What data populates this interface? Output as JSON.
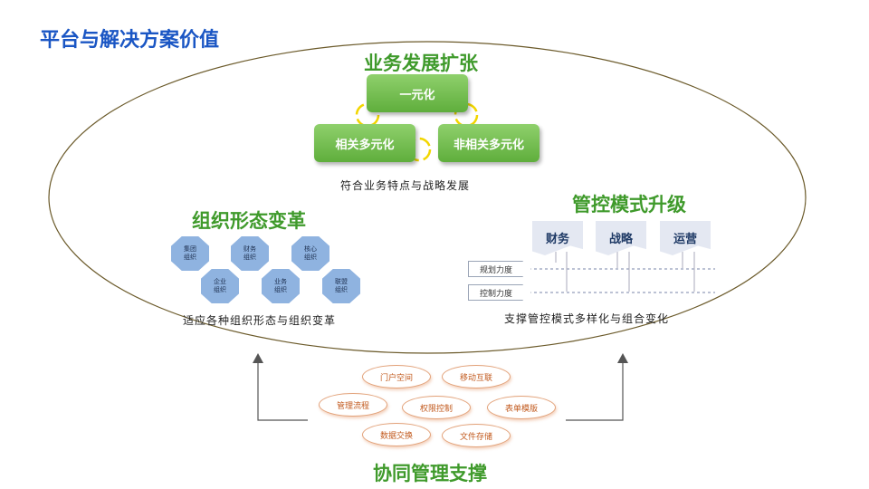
{
  "page_title": "平台与解决方案价值",
  "business": {
    "title": "业务发展扩张",
    "boxes": [
      "一元化",
      "相关多元化",
      "非相关多元化"
    ],
    "caption": "符合业务特点与战略发展"
  },
  "org": {
    "title": "组织形态变革",
    "nodes": [
      "集团\n组织",
      "财务\n组织",
      "核心\n组织",
      "企业\n组织",
      "业务\n组织",
      "联盟\n组织"
    ],
    "caption": "适应各种组织形态与组织变革"
  },
  "control": {
    "title": "管控模式升级",
    "modes": [
      "财务",
      "战略",
      "运营"
    ],
    "rows": [
      "规划力度",
      "控制力度"
    ],
    "caption": "支撑管控模式多样化与组合变化"
  },
  "support": {
    "title": "协同管理支撑",
    "items": [
      "门户空间",
      "移动互联",
      "管理流程",
      "权限控制",
      "表单模版",
      "数据交换",
      "文件存储"
    ]
  },
  "colors": {
    "title_blue": "#1a56c4",
    "section_green": "#3f9a2b",
    "box_green": "#6cbf47",
    "octagon_blue": "#8fb3e0",
    "pill_orange": "#c25a1e",
    "loop_yellow": "#f2d600"
  }
}
